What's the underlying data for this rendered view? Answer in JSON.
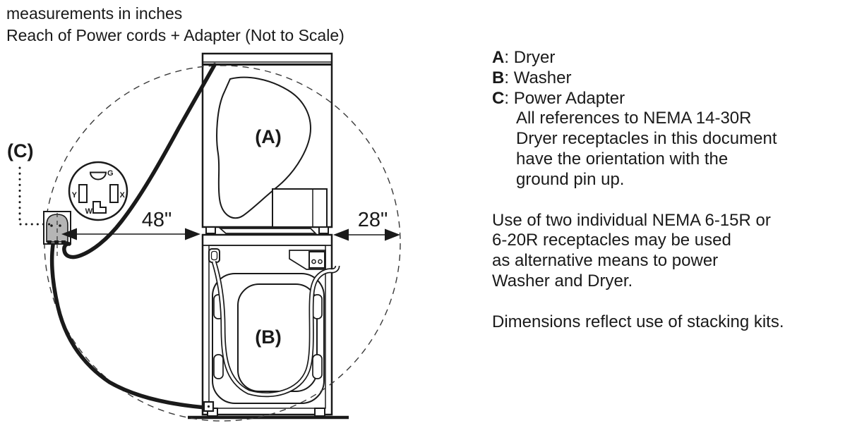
{
  "header": {
    "line1": "measurements in inches",
    "line2": "Reach of Power cords + Adapter (Not to Scale)"
  },
  "legend": {
    "separator": ": ",
    "items": [
      {
        "key": "A",
        "label": "Dryer"
      },
      {
        "key": "B",
        "label": "Washer"
      },
      {
        "key": "C",
        "label": "Power Adapter"
      }
    ],
    "note_lines": [
      "All references to NEMA 14-30R",
      "Dryer receptacles in this document",
      "have the orientation with the",
      "ground pin up."
    ]
  },
  "paragraphs": {
    "alt_power_lines": [
      "Use of two individual NEMA 6-15R or",
      "6-20R receptacles may be used",
      "as alternative means to power",
      "Washer and Dryer."
    ],
    "dimensions_note": "Dimensions reflect use of stacking kits."
  },
  "diagram": {
    "dryer_label": "(A)",
    "washer_label": "(B)",
    "adapter_label": "(C)",
    "dim_adapter_to_units": "48\"",
    "dim_units_to_circle": "28\"",
    "receptacle_pins": {
      "g": "G",
      "y": "Y",
      "x": "X",
      "w": "W"
    },
    "colors": {
      "line": "#1a1a1a",
      "adapter_fill": "#b5b5b5"
    }
  }
}
